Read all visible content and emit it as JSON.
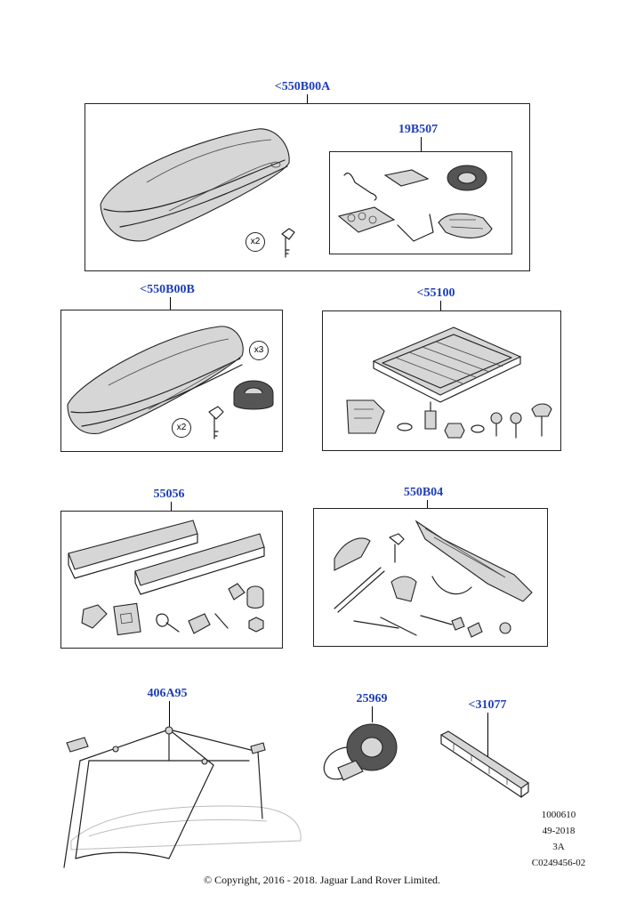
{
  "callouts": {
    "c1": "<550B00A",
    "c2": "19B507",
    "c3": "<550B00B",
    "c4": "<55100",
    "c5": "55056",
    "c6": "550B04",
    "c7": "406A95",
    "c8": "25969",
    "c9": "<31077"
  },
  "badges": {
    "keys_a": "x2",
    "keys_b": "x2",
    "tape_b": "x3"
  },
  "reference": {
    "line1": "1000610",
    "line2": "49-2018",
    "line3": "3A",
    "line4": "C0249456-02"
  },
  "footer": {
    "copyright": "© Copyright, 2016 - 2018. Jaguar Land Rover Limited."
  }
}
